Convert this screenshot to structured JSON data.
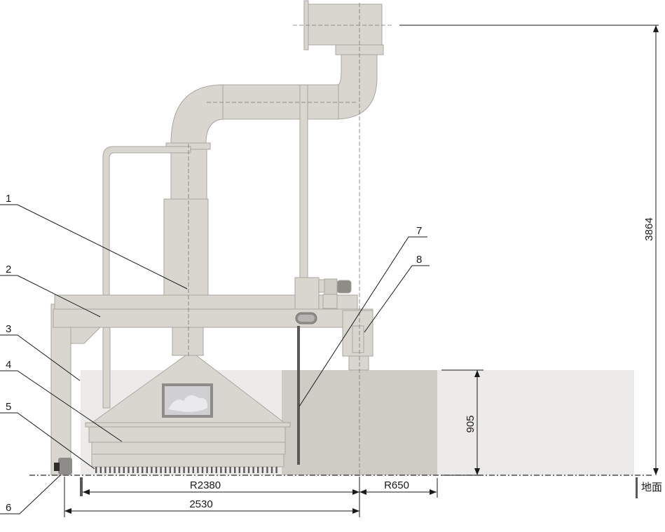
{
  "callouts": [
    "1",
    "2",
    "3",
    "4",
    "5",
    "6",
    "7",
    "8"
  ],
  "dimensions": {
    "height_total": "3864",
    "height_table": "905",
    "radius_main": "R2380",
    "radius_side": "R650",
    "width_total": "2530"
  },
  "ground_label": "地面",
  "colors": {
    "machine": "#d8d5cf",
    "machine_stroke": "#a9a6a0",
    "zone_light": "#ececeb",
    "zone_dark": "#cfccc6",
    "line": "#1a1a1a"
  }
}
